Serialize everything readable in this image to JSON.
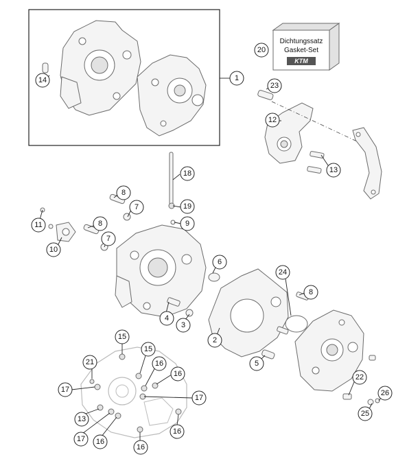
{
  "gasket_set_box": {
    "label_de": "Dichtungssatz",
    "label_en": "Gasket-Set",
    "logo": "KTM"
  },
  "callouts": [
    {
      "id": "c1",
      "num": "1"
    },
    {
      "id": "c2",
      "num": "2"
    },
    {
      "id": "c3",
      "num": "3"
    },
    {
      "id": "c4",
      "num": "4"
    },
    {
      "id": "c5",
      "num": "5"
    },
    {
      "id": "c6",
      "num": "6"
    },
    {
      "id": "c7a",
      "num": "7"
    },
    {
      "id": "c7b",
      "num": "7"
    },
    {
      "id": "c8a",
      "num": "8"
    },
    {
      "id": "c8b",
      "num": "8"
    },
    {
      "id": "c8c",
      "num": "8"
    },
    {
      "id": "c9",
      "num": "9"
    },
    {
      "id": "c10",
      "num": "10"
    },
    {
      "id": "c11",
      "num": "11"
    },
    {
      "id": "c12",
      "num": "12"
    },
    {
      "id": "c13a",
      "num": "13"
    },
    {
      "id": "c13b",
      "num": "13"
    },
    {
      "id": "c14",
      "num": "14"
    },
    {
      "id": "c15a",
      "num": "15"
    },
    {
      "id": "c15b",
      "num": "15"
    },
    {
      "id": "c16a",
      "num": "16"
    },
    {
      "id": "c16b",
      "num": "16"
    },
    {
      "id": "c16c",
      "num": "16"
    },
    {
      "id": "c16d",
      "num": "16"
    },
    {
      "id": "c16e",
      "num": "16"
    },
    {
      "id": "c17a",
      "num": "17"
    },
    {
      "id": "c17b",
      "num": "17"
    },
    {
      "id": "c17c",
      "num": "17"
    },
    {
      "id": "c18",
      "num": "18"
    },
    {
      "id": "c19",
      "num": "19"
    },
    {
      "id": "c20",
      "num": "20"
    },
    {
      "id": "c21",
      "num": "21"
    },
    {
      "id": "c22",
      "num": "22"
    },
    {
      "id": "c23",
      "num": "23"
    },
    {
      "id": "c24",
      "num": "24"
    },
    {
      "id": "c25",
      "num": "25"
    },
    {
      "id": "c26",
      "num": "26"
    }
  ]
}
